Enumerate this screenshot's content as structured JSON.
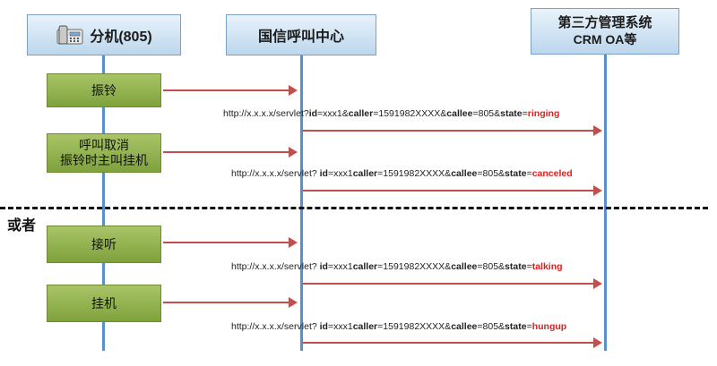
{
  "participants": {
    "extension": {
      "label": "分机(805)"
    },
    "center": {
      "label": "国信呼叫中心"
    },
    "third_party": {
      "line1": "第三方管理系统",
      "line2": "CRM OA等"
    }
  },
  "separator_label": "或者",
  "events": [
    {
      "action": "振铃",
      "url_prefix": "http://x.x.x.x/servlet?",
      "id_key": "id",
      "id_val": "=xxx1&",
      "caller_key": "caller",
      "caller_val": "=1591982XXXX&",
      "callee_key": "callee",
      "callee_val": "=805&",
      "state_key": "state",
      "state_val": "=",
      "state": "ringing"
    },
    {
      "action": "呼叫取消\n振铃时主叫挂机",
      "url_prefix": "http://x.x.x.x/servlet? ",
      "id_key": "id",
      "id_val": "=xxx1",
      "caller_key": "caller",
      "caller_val": "=1591982XXXX&",
      "callee_key": "callee",
      "callee_val": "=805&",
      "state_key": "state",
      "state_val": "=",
      "state": "canceled"
    },
    {
      "action": "接听",
      "url_prefix": "http://x.x.x.x/servlet? ",
      "id_key": "id",
      "id_val": "=xxx1",
      "caller_key": "caller",
      "caller_val": "=1591982XXXX&",
      "callee_key": "callee",
      "callee_val": "=805&",
      "state_key": "state",
      "state_val": "=",
      "state": "talking"
    },
    {
      "action": "挂机",
      "url_prefix": "http://x.x.x.x/servlet? ",
      "id_key": "id",
      "id_val": "=xxx1",
      "caller_key": "caller",
      "caller_val": "=1591982XXXX&",
      "callee_key": "callee",
      "callee_val": "=805&",
      "state_key": "state",
      "state_val": "=",
      "state": "hungup"
    }
  ],
  "colors": {
    "lifeline": "#5b8fc9",
    "arrow": "#c0504d",
    "action_box": "#8fb04a",
    "state_text": "#e0201c"
  }
}
